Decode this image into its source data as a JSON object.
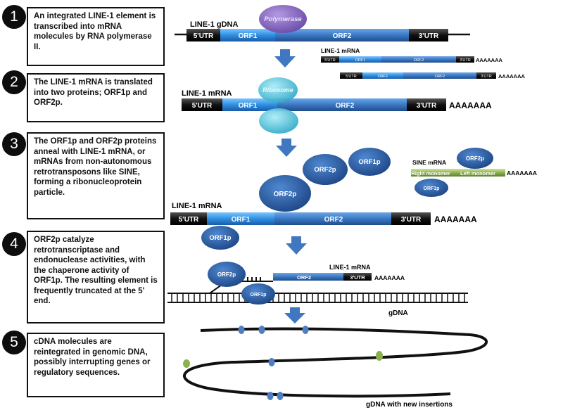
{
  "steps": [
    {
      "num": "1",
      "text": "An integrated LINE-1 element is transcribed into mRNA molecules by RNA polymerase II."
    },
    {
      "num": "2",
      "text": "The LINE-1 mRNA is translated into two proteins; ORF1p and ORF2p."
    },
    {
      "num": "3",
      "text": "The ORF1p and ORF2p proteins anneal with LINE-1 mRNA, or mRNAs from non-autonomous retrotransposons like SINE, forming a ribonucleoprotein particle."
    },
    {
      "num": "4",
      "text": "ORF2p catalyze retrotranscriptase and endonuclease activities, with the chaperone activity of ORF1p. The resulting element is frequently truncated at the 5' end."
    },
    {
      "num": "5",
      "text": "cDNA molecules are reintegrated in genomic DNA, possibly interrupting genes or regulatory sequences."
    }
  ],
  "labels": {
    "gdna_title": "LINE-1 gDNA",
    "mrna_title": "LINE-1 mRNA",
    "sine_mrna": "SINE mRNA",
    "utr5": "5'UTR",
    "orf1": "ORF1",
    "orf2": "ORF2",
    "utr3": "3'UTR",
    "polya": "AAAAAAA",
    "polymerase": "Polymerase",
    "ribosome": "Ribosome",
    "orf1p": "ORF1p",
    "orf2p": "ORF2p",
    "right_monomer": "Right monomer",
    "left_monomer": "Left monomer",
    "gdna": "gDNA",
    "gdna_new": "gDNA with new insertions"
  },
  "colors": {
    "utr": "#111111",
    "orf1": "#2f8fe0",
    "orf2": "#3a78c4",
    "protein": "#2a5aa0",
    "polymerase": "#8e6cc0",
    "ribosome": "#4fc3d8",
    "sine": "#8bb04e",
    "arrow": "#3f78c0",
    "insertion_blue": "#4f7fc0",
    "insertion_green": "#8bb04e"
  }
}
